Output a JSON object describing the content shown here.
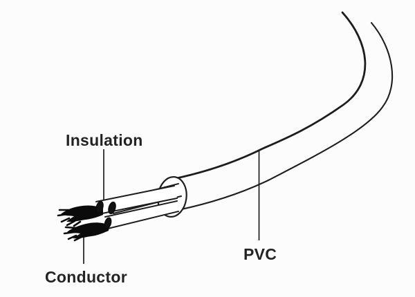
{
  "colors": {
    "background": "#fcfcfc",
    "line": "#1d1d1d",
    "text": "#232323",
    "conductor_fill": "#0b0b0b",
    "wire_fill": "#ffffff"
  },
  "labels": {
    "insulation": "Insulation",
    "conductor": "Conductor",
    "pvc": "PVC"
  }
}
